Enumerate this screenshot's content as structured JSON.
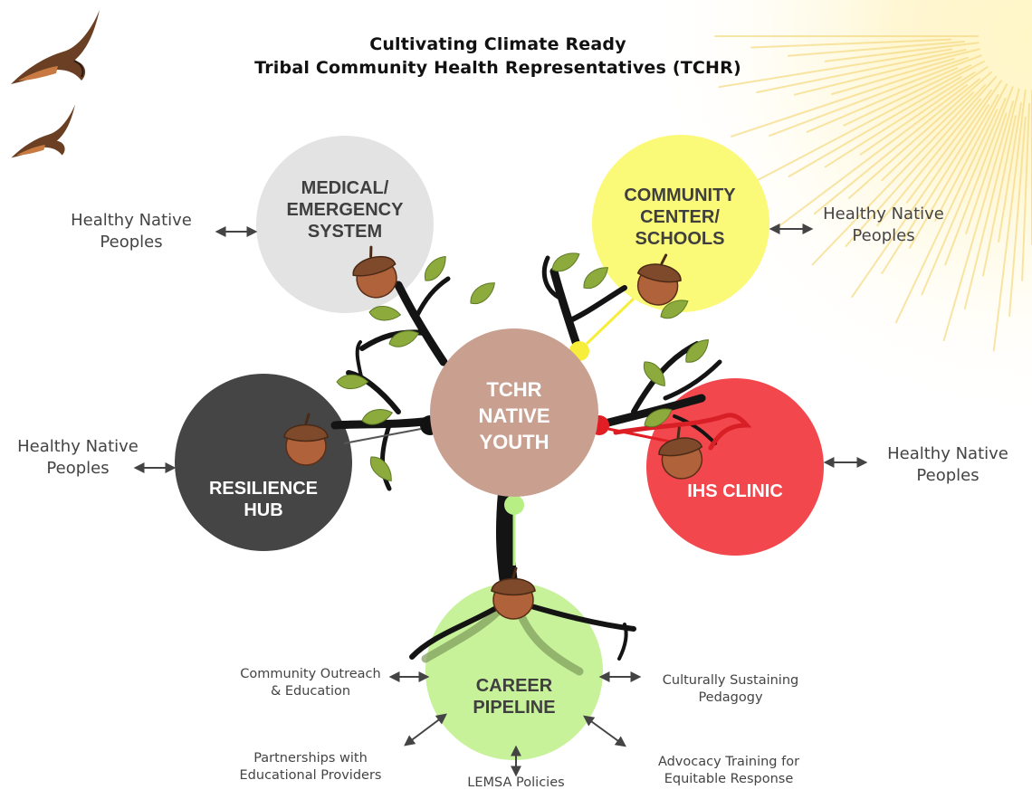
{
  "title": {
    "line1": "Cultivating Climate Ready",
    "line2": "Tribal Community Health Representatives (TCHR)"
  },
  "center": {
    "lines": [
      "TCHR",
      "NATIVE",
      "YOUTH"
    ],
    "color": "#c9a090"
  },
  "nodes": {
    "medical": {
      "lines": [
        "MEDICAL/",
        "EMERGENCY",
        "SYSTEM"
      ],
      "color": "#e3e3e3",
      "text_color": "#3f3f3f"
    },
    "community": {
      "lines": [
        "COMMUNITY",
        "CENTER/",
        "SCHOOLS"
      ],
      "color": "#fbf978",
      "text_color": "#3f3f3f"
    },
    "resilience": {
      "lines": [
        "RESILIENCE",
        "HUB"
      ],
      "color": "#454545",
      "text_color": "#ffffff"
    },
    "ihs": {
      "lines": [
        "IHS CLINIC"
      ],
      "color": "#f2474d",
      "text_color": "#ffffff"
    },
    "career": {
      "lines": [
        "CAREER",
        "PIPELINE"
      ],
      "color": "#c7f29a",
      "text_color": "#3f3f3f"
    }
  },
  "side_labels": {
    "medical": [
      "Healthy Native",
      "Peoples"
    ],
    "community": [
      "Healthy Native",
      "Peoples"
    ],
    "resilience": [
      "Healthy Native",
      "Peoples"
    ],
    "ihs": [
      "Healthy Native",
      "Peoples"
    ]
  },
  "pipeline_labels": {
    "outreach": [
      "Community Outreach",
      "& Education"
    ],
    "pedagogy": [
      "Culturally Sustaining",
      "Pedagogy"
    ],
    "partnerships": [
      "Partnerships with",
      "Educational Providers"
    ],
    "lemsa": [
      "LEMSA Policies"
    ],
    "advocacy": [
      "Advocacy Training for",
      "Equitable Response"
    ]
  },
  "colors": {
    "branch": "#141414",
    "leaf": "#8cab3c",
    "acorn_body": "#b0623a",
    "acorn_cap": "#7e4a2b",
    "sun": "#fbe9a0",
    "arrow": "#444444"
  },
  "icons": [
    "hawk-icon",
    "acorn-icon",
    "sun-rays-icon"
  ]
}
